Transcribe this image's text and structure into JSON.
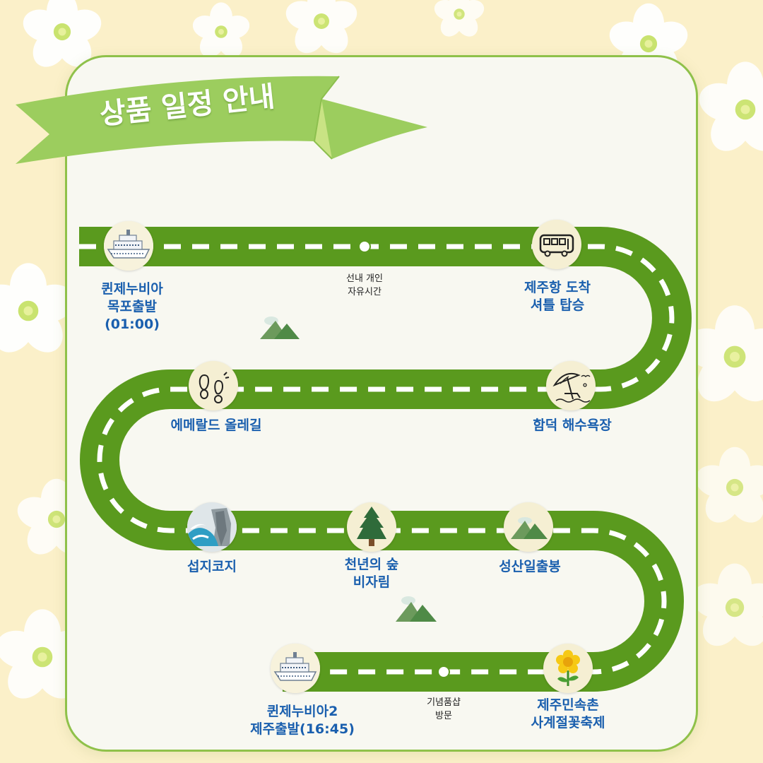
{
  "title": "상품 일정 안내",
  "stops": [
    {
      "name": "quennuvia-mokpo-departure",
      "line1": "퀸제누비아",
      "line2": "목포출발",
      "line3": "(01:00)",
      "icon": "cruise-ship-icon"
    },
    {
      "name": "onboard-free-time",
      "line1": "선내 개인",
      "line2": "자유시간",
      "icon": "dot-marker-icon"
    },
    {
      "name": "jeju-port-arrival",
      "line1": "제주항 도착",
      "line2": "셔틀 탑승",
      "icon": "bus-icon"
    },
    {
      "name": "hamdeok-beach",
      "line1": "함덕 해수욕장",
      "icon": "beach-umbrella-icon"
    },
    {
      "name": "emerald-olle-trail",
      "line1": "에메랄드 올레길",
      "icon": "footprints-icon"
    },
    {
      "name": "seopjikoji",
      "line1": "섭지코지",
      "icon": "cliff-waves-icon"
    },
    {
      "name": "bijarim-forest",
      "line1": "천년의 숲",
      "line2": "비자림",
      "icon": "tree-icon"
    },
    {
      "name": "seongsan-ilchulbong",
      "line1": "성산일출봉",
      "icon": "mountain-icon"
    },
    {
      "name": "jeju-folk-village",
      "line1": "제주민속촌",
      "line2": "사계절꽃축제",
      "icon": "flower-icon"
    },
    {
      "name": "souvenir-shop",
      "line1": "기념품샵",
      "line2": "방문",
      "icon": "dot-marker-icon"
    },
    {
      "name": "quennuvia2-jeju-departure",
      "line1": "퀸제누비아2",
      "line2": "제주출발(16:45)",
      "icon": "cruise-ship-icon"
    }
  ],
  "colors": {
    "road": "#5a9a1e",
    "dash": "#ffffff",
    "label": "#1a5fae",
    "ribbon": "#9ccd5e",
    "border": "#8fc14a"
  }
}
